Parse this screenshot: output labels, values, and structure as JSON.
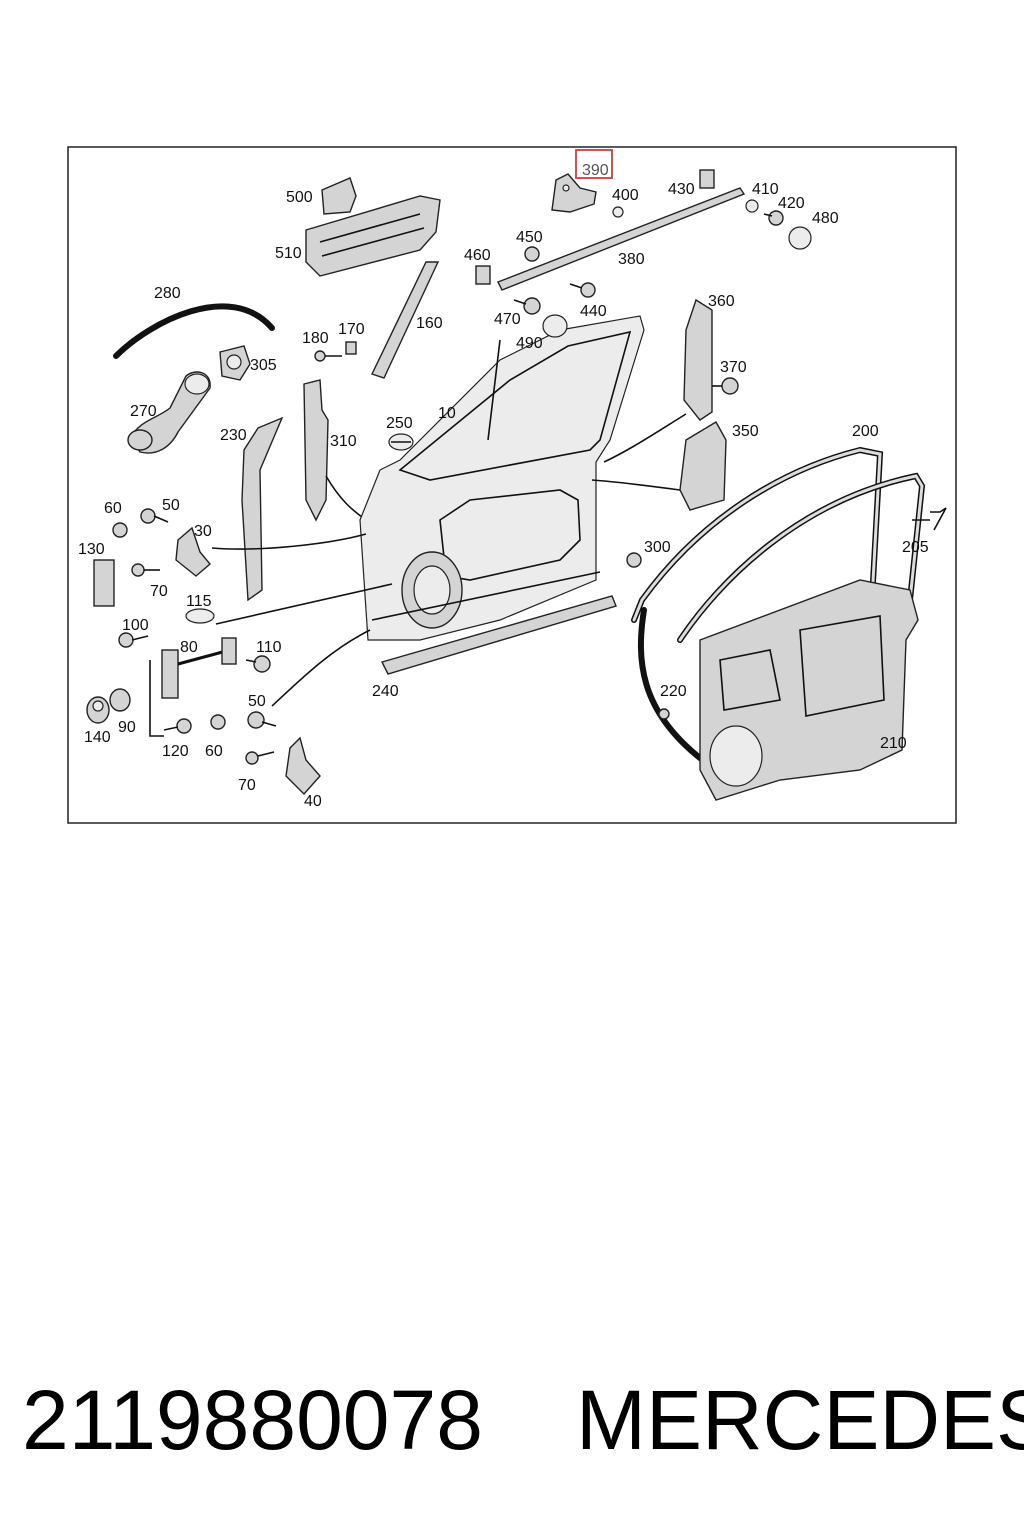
{
  "diagram": {
    "highlighted_callout": "390",
    "highlight_color": "#d23b3b",
    "callouts": {
      "c10": "10",
      "c30": "30",
      "c40": "40",
      "c50a": "50",
      "c50b": "50",
      "c60a": "60",
      "c60b": "60",
      "c70a": "70",
      "c70b": "70",
      "c80": "80",
      "c90": "90",
      "c100": "100",
      "c110": "110",
      "c115": "115",
      "c120": "120",
      "c130": "130",
      "c140": "140",
      "c160": "160",
      "c170": "170",
      "c180": "180",
      "c200": "200",
      "c205": "205",
      "c210": "210",
      "c220": "220",
      "c230": "230",
      "c240": "240",
      "c250": "250",
      "c270": "270",
      "c280": "280",
      "c300": "300",
      "c305": "305",
      "c310": "310",
      "c350": "350",
      "c360": "360",
      "c370": "370",
      "c380": "380",
      "c400": "400",
      "c410": "410",
      "c420": "420",
      "c430": "430",
      "c440": "440",
      "c450": "450",
      "c460": "460",
      "c470": "470",
      "c480": "480",
      "c490": "490",
      "c500": "500",
      "c510": "510"
    }
  },
  "footer": {
    "part_number": "2119880078",
    "brand": "MERCEDES"
  }
}
